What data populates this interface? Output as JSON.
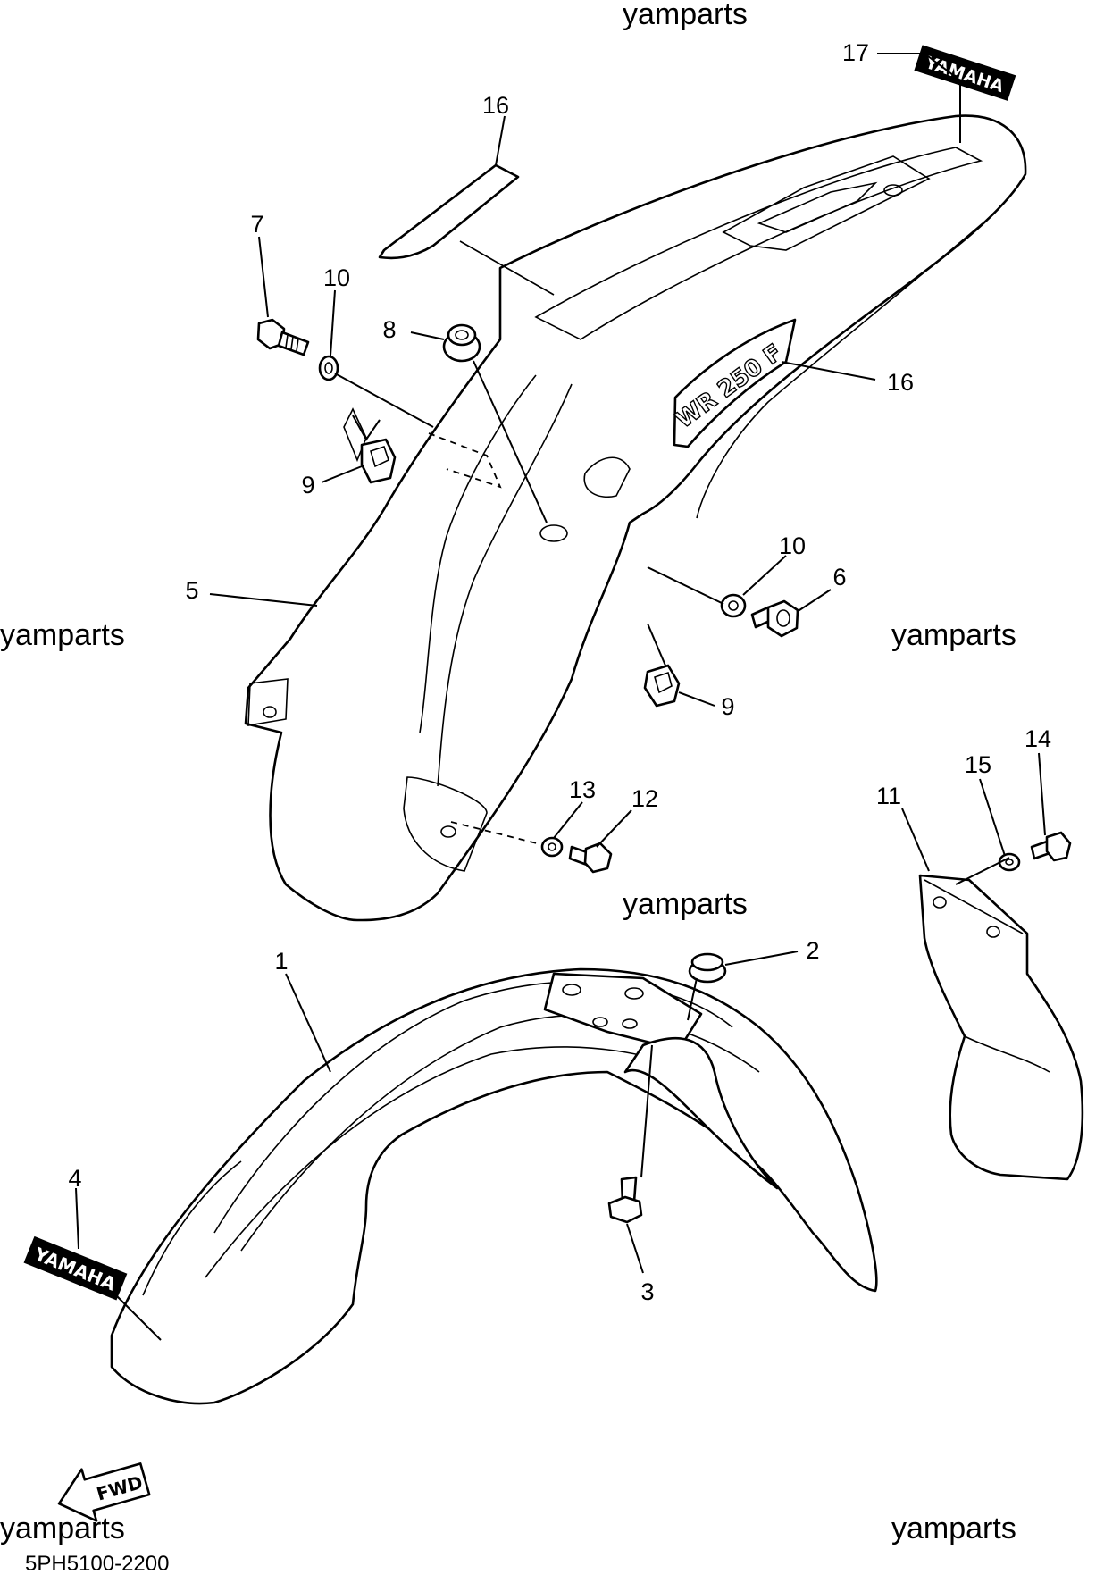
{
  "watermarks": [
    "yamparts",
    "yamparts",
    "yamparts",
    "yamparts",
    "yamparts",
    "yamparts"
  ],
  "drawing_code": "5PH5100-2200",
  "direction_label": "FWD",
  "decals": {
    "brand_front": "YAMAHA",
    "brand_rear": "YAMAHA",
    "side_model": "WR 250 F"
  },
  "callouts": [
    "1",
    "2",
    "3",
    "4",
    "5",
    "6",
    "7",
    "8",
    "9",
    "9",
    "10",
    "10",
    "11",
    "12",
    "13",
    "14",
    "15",
    "16",
    "16",
    "17"
  ]
}
